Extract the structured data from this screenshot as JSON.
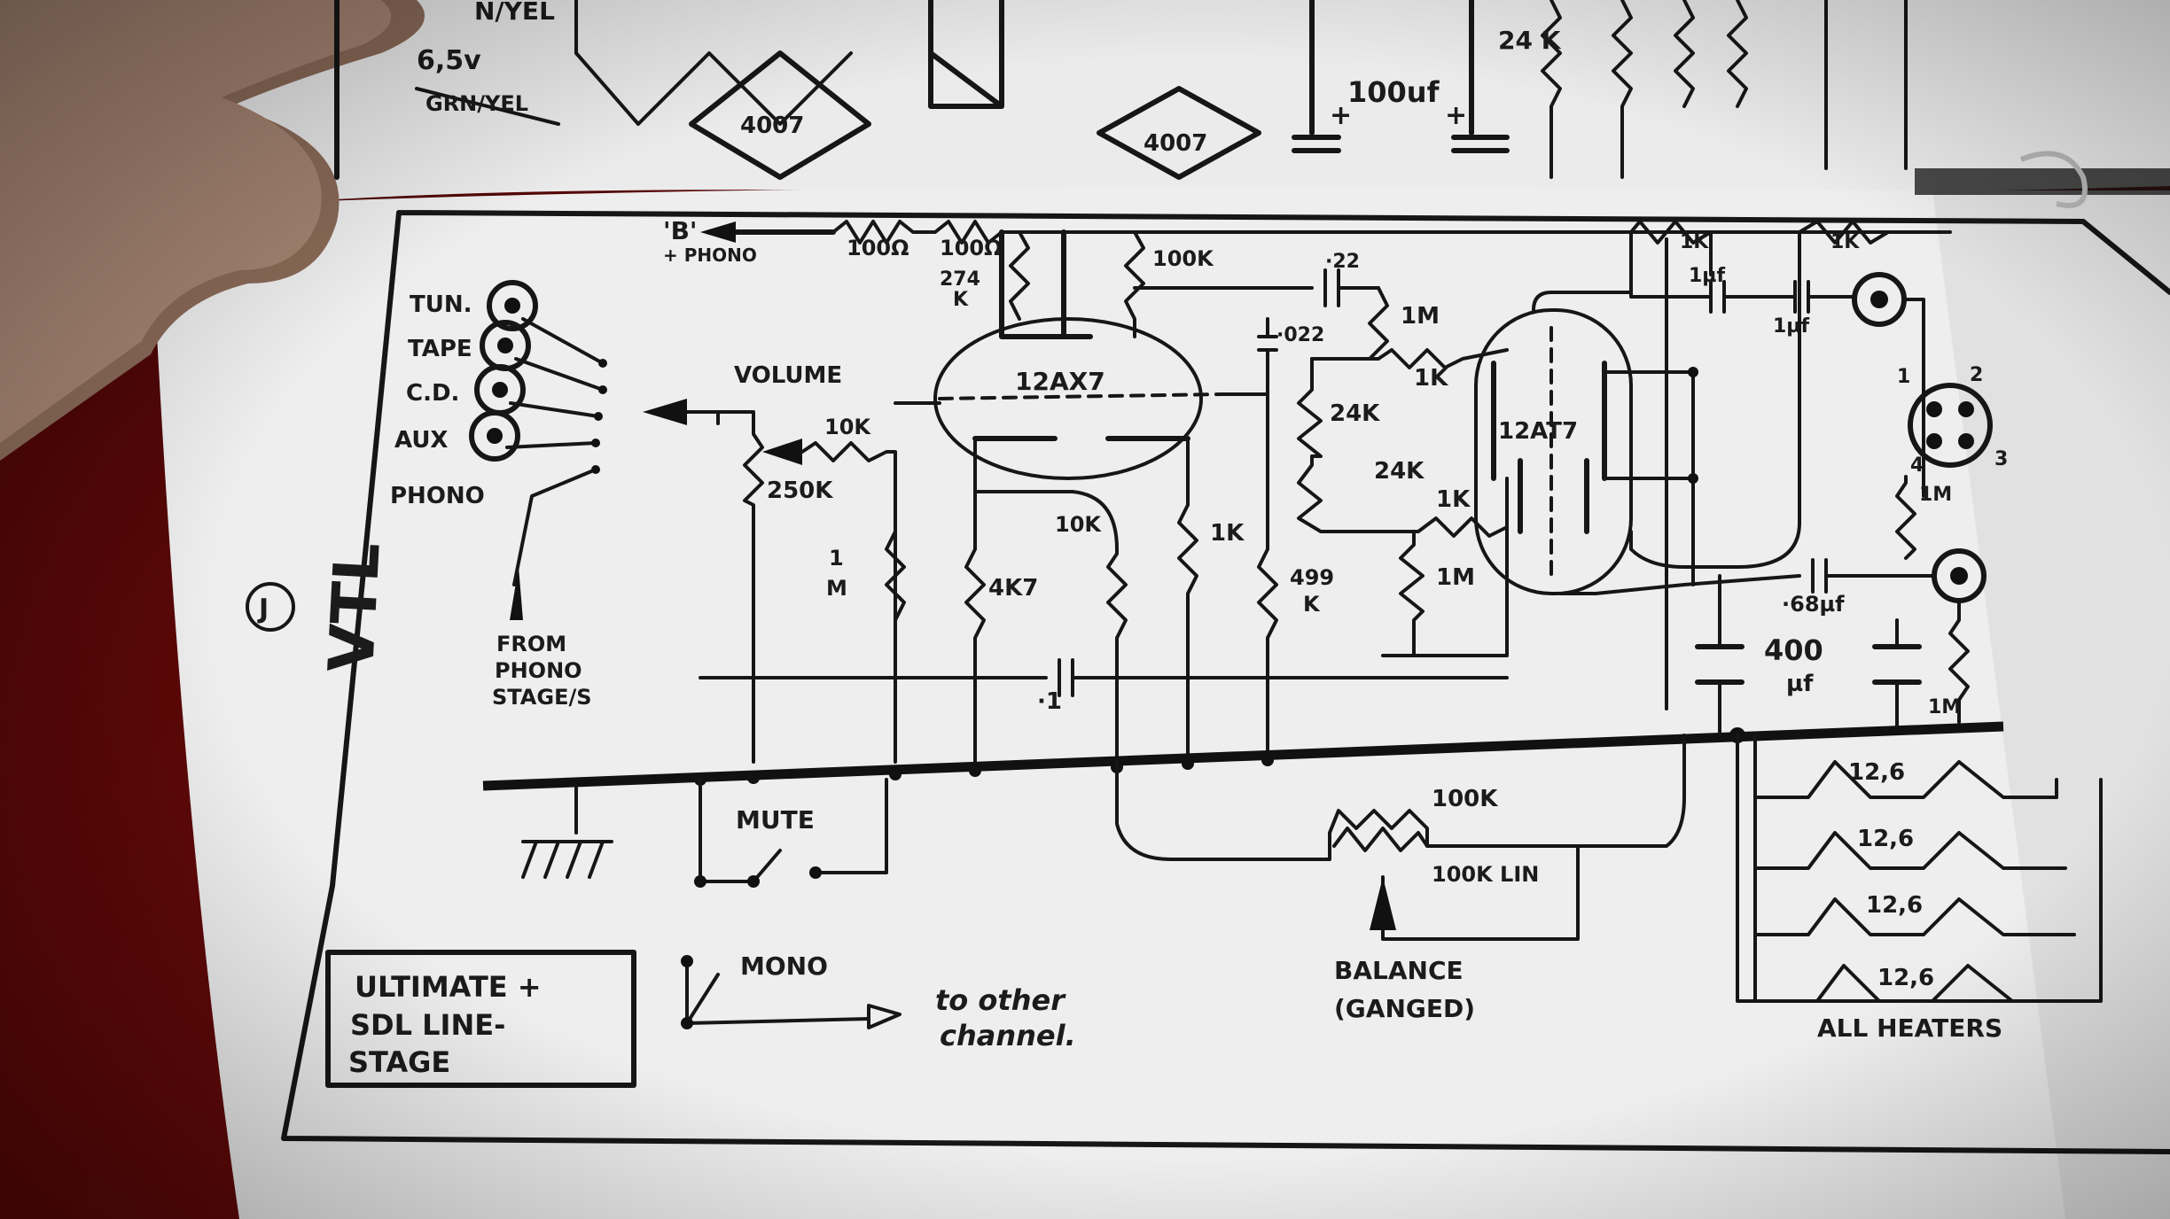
{
  "top_page": {
    "wire_labels": [
      "N/YEL",
      "6,5v",
      "GRN/YEL"
    ],
    "diodes": [
      "4007",
      "4007"
    ],
    "capacitor": "100uf",
    "resistor": "24 K",
    "plus": "+"
  },
  "schematic": {
    "title_box": [
      "ULTIMATE +",
      "SDL LINE-",
      "STAGE"
    ],
    "logo": "VTL",
    "inputs": [
      "TUN.",
      "TAPE",
      "C.D.",
      "AUX",
      "PHONO"
    ],
    "from_phono": [
      "FROM",
      "PHONO",
      "STAGE/S"
    ],
    "supply": {
      "rail": "'B'",
      "sub": "+ PHONO"
    },
    "controls": {
      "volume": "VOLUME",
      "mute": "MUTE",
      "mono": "MONO",
      "to_other": [
        "to other",
        "channel."
      ],
      "balance": [
        "BALANCE",
        "(GANGED)"
      ]
    },
    "tubes": [
      "12AX7",
      "12AT7"
    ],
    "components": {
      "r_100a": "100Ω",
      "r_100b": "100Ω",
      "r_274k": [
        "274",
        "K"
      ],
      "r_100k_top": "100K",
      "c_022": "·22",
      "c_0022": "·022",
      "r_1m_top": "1M",
      "r_1k_a": "1K",
      "r_24k_a": "24K",
      "r_24k_b": "24K",
      "r_1k_b": "1K",
      "r_1m_mid": "1M",
      "r_10k_vol": "10K",
      "r_250k": "250K",
      "r_1m_left": [
        "1",
        "M"
      ],
      "r_4k7": "4K7",
      "r_10k": "10K",
      "r_1k_c": "1K",
      "r_499k": [
        "499",
        "K"
      ],
      "c_01": "·1",
      "r_100k_bal": "100K",
      "r_100k_lin": "100K LIN",
      "r_1k_top1": "1K",
      "r_1k_top2": "1K",
      "c_1uf_a": "1µf",
      "c_1uf_b": "1µf",
      "c_068": "·68µf",
      "c_400": [
        "400",
        "µf"
      ],
      "r_1m_out": "1M",
      "r_1m_out2": "1M",
      "socket_pins": [
        "1",
        "2",
        "3",
        "4"
      ]
    },
    "heaters": {
      "values": [
        "12,6",
        "12,6",
        "12,6",
        "12,6"
      ],
      "label": "ALL HEATERS"
    }
  }
}
